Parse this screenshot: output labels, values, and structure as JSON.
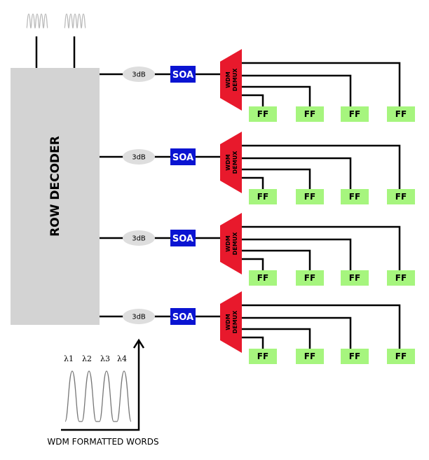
{
  "row_decoder": {
    "label": "ROW DECODER"
  },
  "stages": [
    {
      "attenuator": "3dB",
      "amplifier": "SOA",
      "demux_line1": "WDM",
      "demux_line2": "DEMUX",
      "flip_flops": [
        "FF",
        "FF",
        "FF",
        "FF"
      ]
    },
    {
      "attenuator": "3dB",
      "amplifier": "SOA",
      "demux_line1": "WDM",
      "demux_line2": "DEMUX",
      "flip_flops": [
        "FF",
        "FF",
        "FF",
        "FF"
      ]
    },
    {
      "attenuator": "3dB",
      "amplifier": "SOA",
      "demux_line1": "WDM",
      "demux_line2": "DEMUX",
      "flip_flops": [
        "FF",
        "FF",
        "FF",
        "FF"
      ]
    },
    {
      "attenuator": "3dB",
      "amplifier": "SOA",
      "demux_line1": "WDM",
      "demux_line2": "DEMUX",
      "flip_flops": [
        "FF",
        "FF",
        "FF",
        "FF"
      ]
    }
  ],
  "wavelengths": [
    "λ1",
    "λ2",
    "λ3",
    "λ4"
  ],
  "input_caption": "WDM FORMATTED WORDS",
  "colors": {
    "decoder": "#d3d3d3",
    "attenuator": "#dedede",
    "soa": "#0a14d2",
    "demux": "#e8192c",
    "ff": "#a6f57e",
    "wire": "#000000",
    "clock_signal": "#bbbbbb",
    "input_signal": "#777777"
  },
  "icons": [
    "clock-signal-icon",
    "wdm-input-waveform-icon",
    "arrow-up-icon"
  ]
}
